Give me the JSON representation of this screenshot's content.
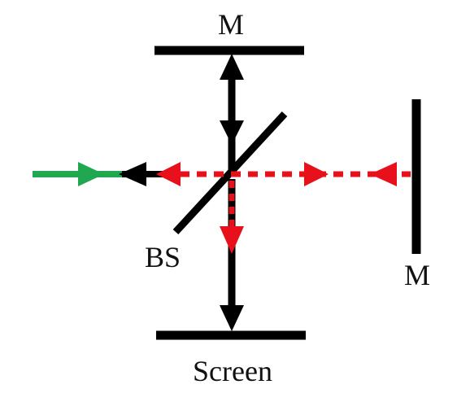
{
  "labels": {
    "top_mirror": "M",
    "right_mirror": "M",
    "beam_splitter": "BS",
    "screen": "Screen"
  },
  "colors": {
    "structure": "#000000",
    "input_beam": "#1fa84f",
    "reflected_beam": "#e8101a",
    "background": "#ffffff"
  }
}
